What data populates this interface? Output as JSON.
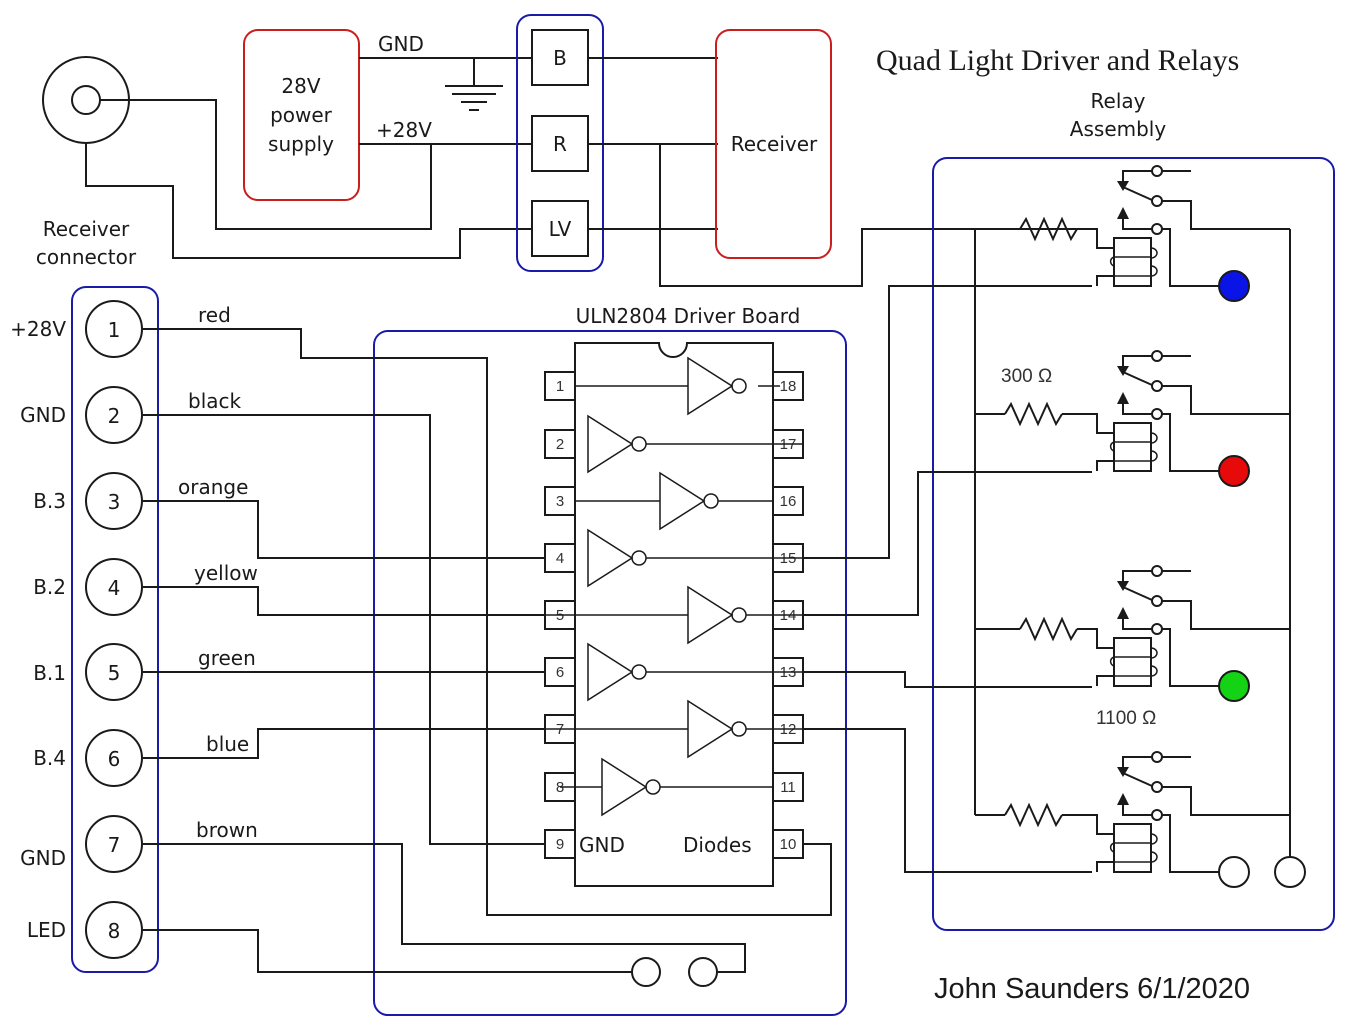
{
  "title": "Quad Light Driver and Relays",
  "author_line": "John Saunders 6/1/2020",
  "power_supply": {
    "line1": "28V",
    "line2": "power",
    "line3": "supply"
  },
  "power_labels": {
    "gnd": "GND",
    "plus28": "+28V"
  },
  "receiver": {
    "label": "Receiver"
  },
  "receiver_connector": {
    "line1": "Receiver",
    "line2": "connector"
  },
  "receiver_pins": [
    "B",
    "R",
    "LV"
  ],
  "relay_assembly": {
    "line1": "Relay",
    "line2": "Assembly"
  },
  "driver_board": {
    "title": "ULN2804 Driver Board",
    "gnd_label": "GND",
    "diodes_label": "Diodes"
  },
  "connector_pins": [
    {
      "number": "1",
      "signal": "+28V",
      "wire": "red"
    },
    {
      "number": "2",
      "signal": "GND",
      "wire": "black"
    },
    {
      "number": "3",
      "signal": "B.3",
      "wire": "orange"
    },
    {
      "number": "4",
      "signal": "B.2",
      "wire": "yellow"
    },
    {
      "number": "5",
      "signal": "B.1",
      "wire": "green"
    },
    {
      "number": "6",
      "signal": "B.4",
      "wire": "blue"
    },
    {
      "number": "7",
      "signal": "GND",
      "wire": "brown"
    },
    {
      "number": "8",
      "signal": "LED",
      "wire": ""
    }
  ],
  "ic_left_pins": [
    "1",
    "2",
    "3",
    "4",
    "5",
    "6",
    "7",
    "8",
    "9"
  ],
  "ic_right_pins": [
    "18",
    "17",
    "16",
    "15",
    "14",
    "13",
    "12",
    "11",
    "10"
  ],
  "resistor_values": {
    "r300": "300 Ω",
    "r1100": "1100 Ω"
  },
  "lights": [
    {
      "name": "blue-light",
      "color": "#0a14e6"
    },
    {
      "name": "red-light",
      "color": "#e60a0a"
    },
    {
      "name": "green-light",
      "color": "#14d214"
    },
    {
      "name": "white-light",
      "color": "#ffffff"
    }
  ],
  "colors": {
    "enclosure_blue": "#1a1aa8",
    "module_red": "#c81e1e",
    "wire": "#1a1a1a"
  }
}
